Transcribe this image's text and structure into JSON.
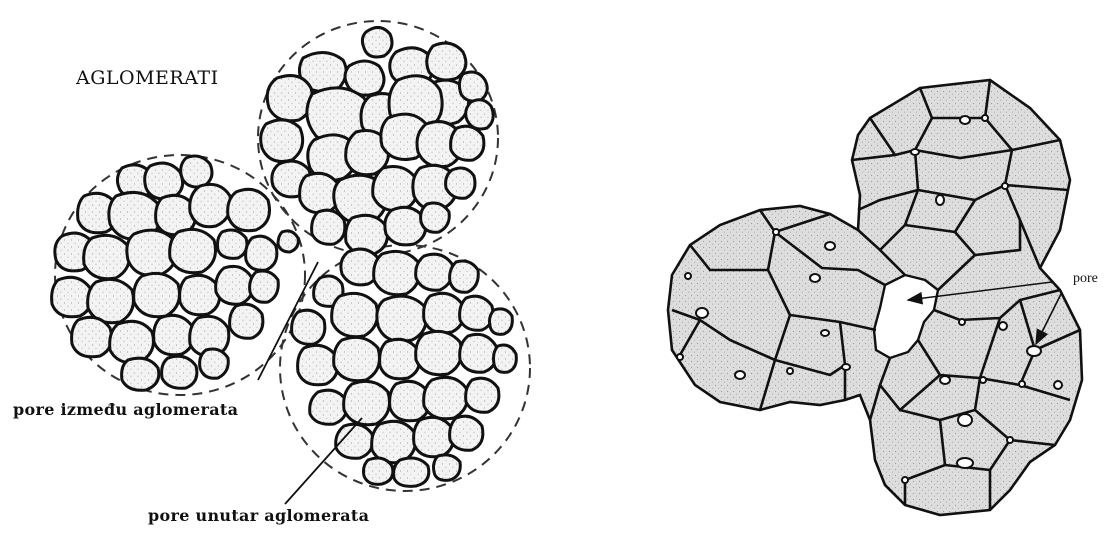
{
  "left_panel": {
    "title": "AGLOMERATI",
    "label_between": "pore između aglomerata",
    "label_within": "pore unutar aglomerata"
  },
  "right_panel": {
    "label_pore": "pore"
  },
  "colors": {
    "ink": "#111111",
    "grain_fill": "#f2f2f2",
    "cell_fill": "#dcdcdc",
    "background": "#ffffff"
  }
}
